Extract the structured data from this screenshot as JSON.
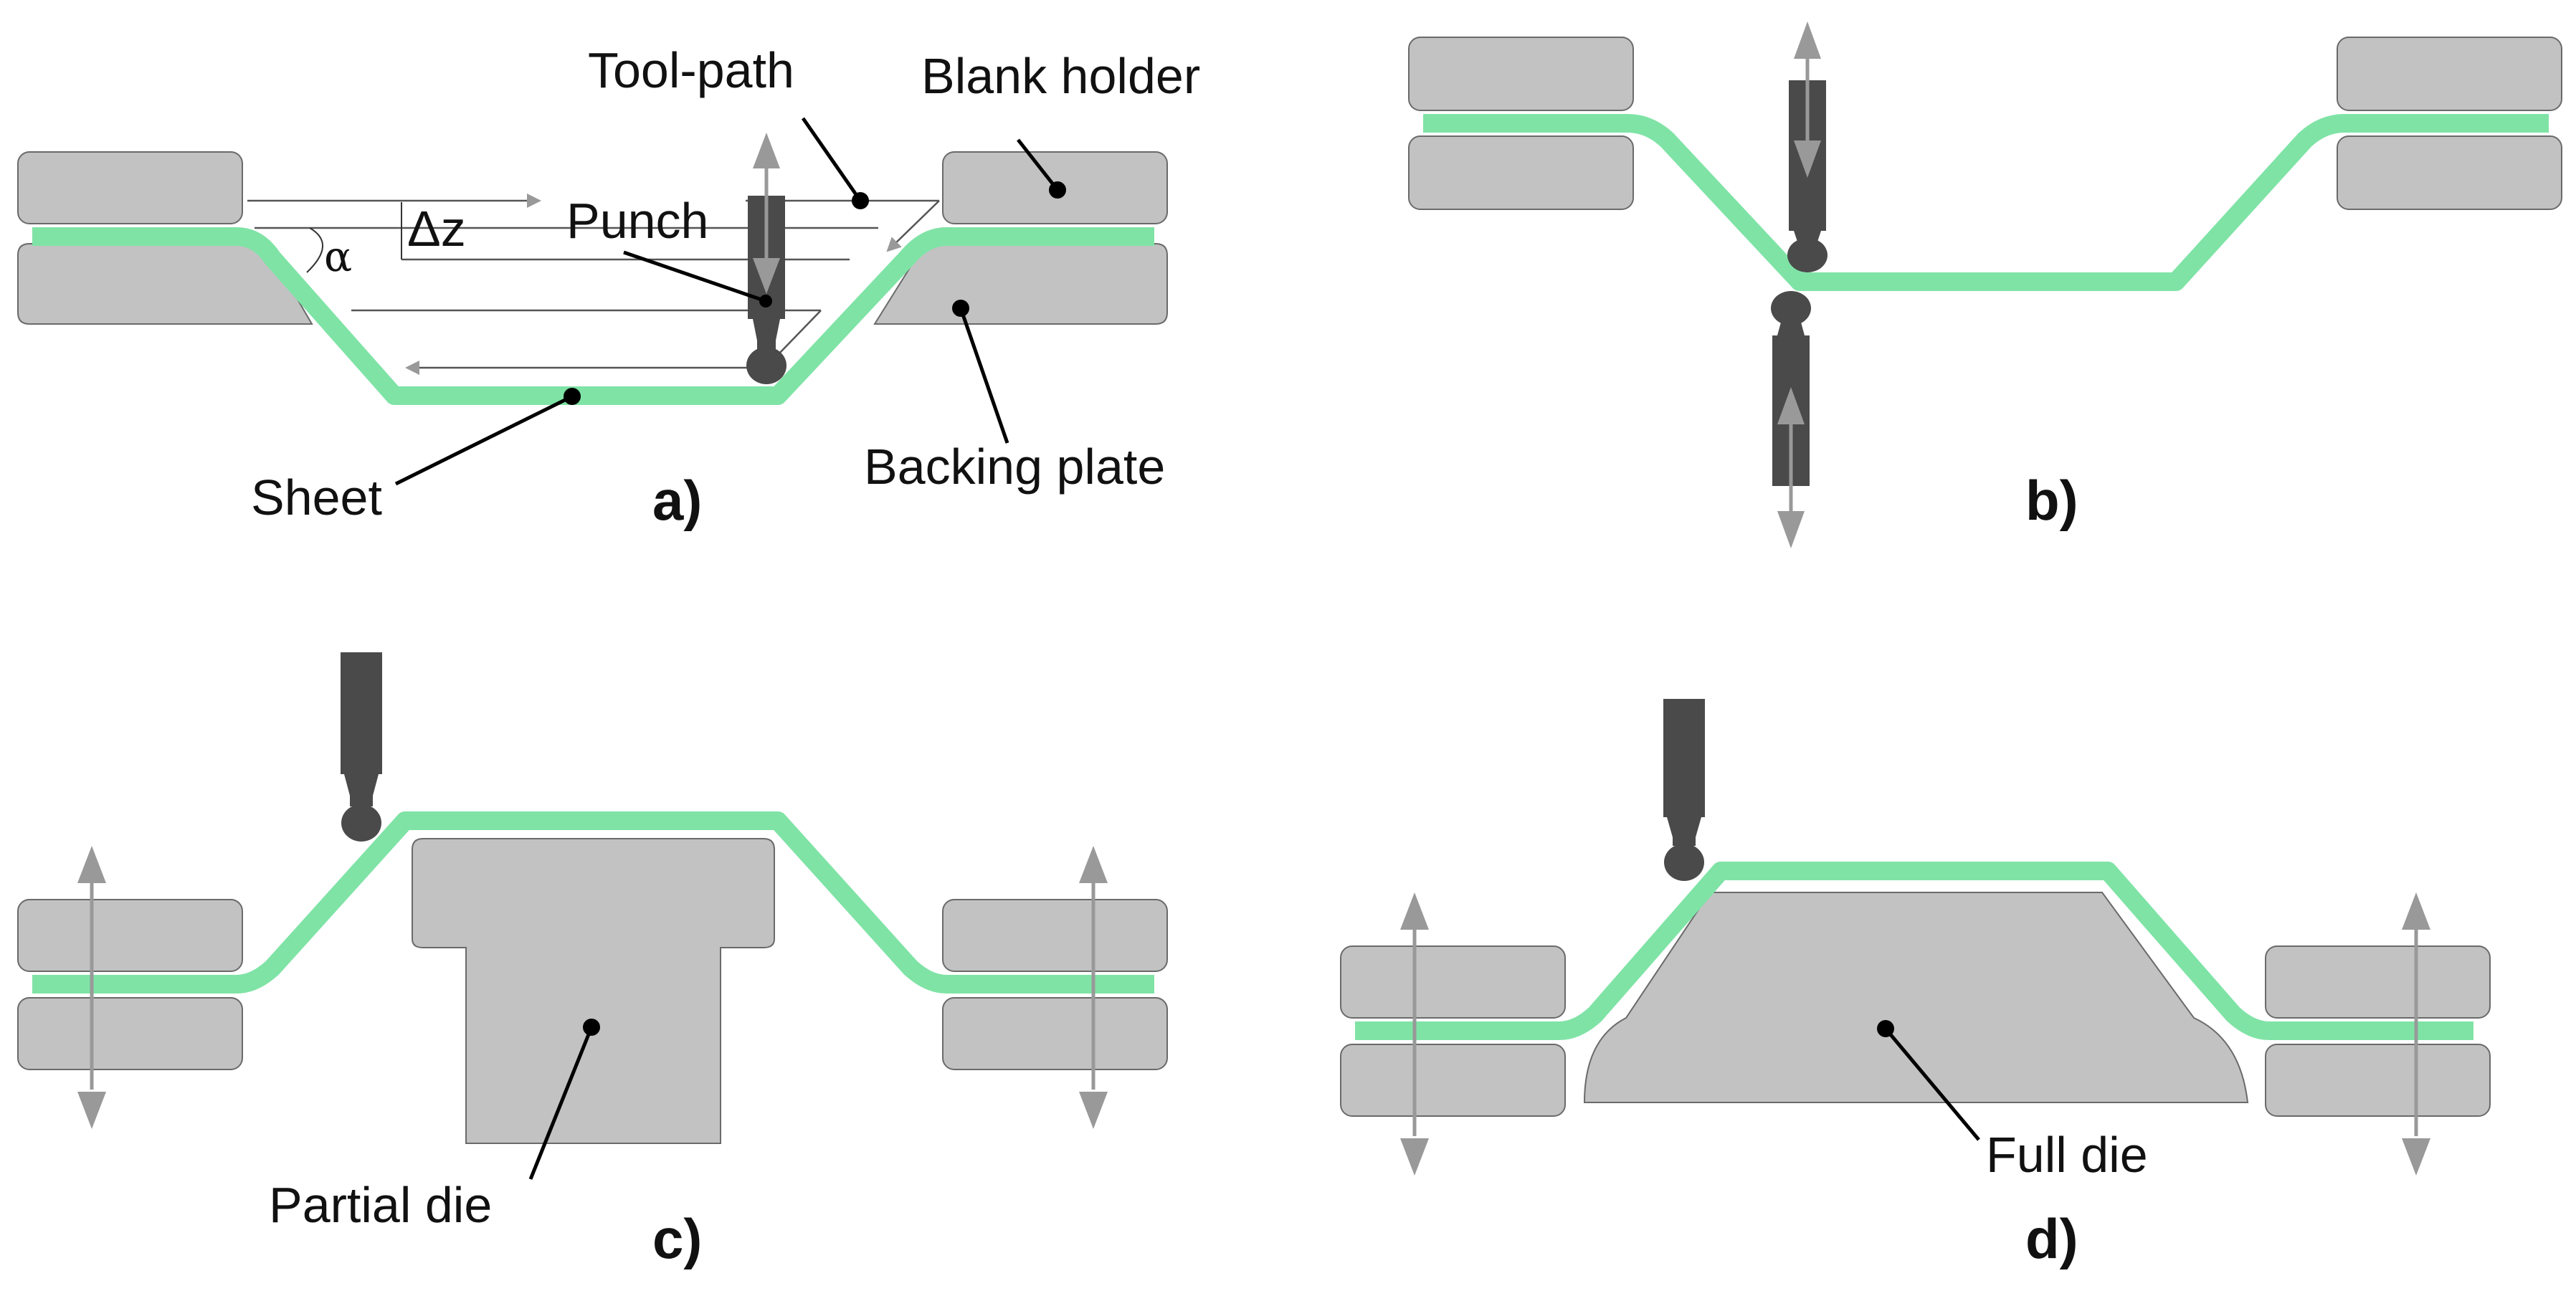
{
  "labels": {
    "tool_path": "Tool-path",
    "blank_holder": "Blank holder",
    "punch": "Punch",
    "delta_z": "Δz",
    "alpha": "α",
    "sheet": "Sheet",
    "backing_plate": "Backing plate",
    "partial_die": "Partial die",
    "full_die": "Full die"
  },
  "panels": {
    "a": "a)",
    "b": "b)",
    "c": "c)",
    "d": "d)"
  },
  "colors": {
    "sheet": "#7fe3a6",
    "plate": "#c2c2c2",
    "tool": "#4a4a4a",
    "arrow": "#999999"
  }
}
